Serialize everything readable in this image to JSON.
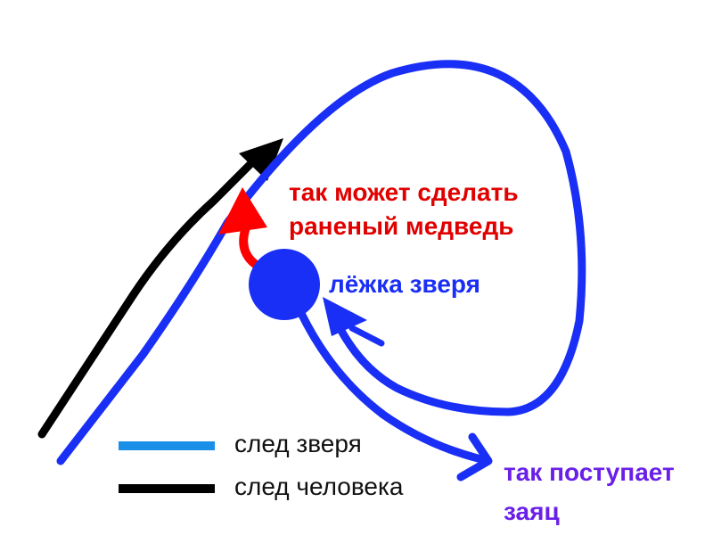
{
  "colors": {
    "animal_track": "#1a2ff5",
    "human_track": "#000000",
    "bear_move": "#ff0000",
    "lair": "#1a2ff5",
    "bear_text": "#e00000",
    "lair_text": "#1a2ff5",
    "hare_text": "#6a1fe8",
    "legend_animal_swatch": "#1a8fe8",
    "legend_human_swatch": "#000000",
    "background": "#ffffff"
  },
  "labels": {
    "bear_line1": "так может сделать",
    "bear_line2": "раненый медведь",
    "lair": "лёжка зверя",
    "hare_line1": "так поступает",
    "hare_line2": "заяц"
  },
  "legend": {
    "animal_track": "след зверя",
    "human_track": "след человека"
  },
  "icons": {
    "lair": "filled-circle",
    "arrows": "arrowhead"
  }
}
